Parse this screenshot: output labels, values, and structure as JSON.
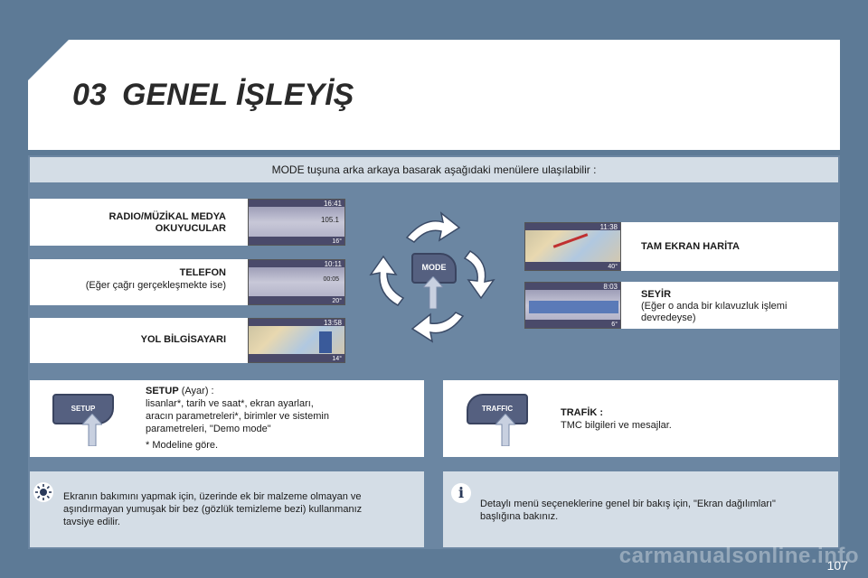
{
  "header": {
    "chapter_number": "03",
    "title": "GENEL İŞLEYİŞ"
  },
  "intro": "MODE tuşuna arka arkaya basarak aşağıdaki menülere ulaşılabilir :",
  "menus_left": [
    {
      "title_line1": "RADIO/MÜZİKAL MEDYA",
      "title_line2": "OKUYUCULAR"
    },
    {
      "title": "TELEFON",
      "subtitle": "(Eğer çağrı gerçekleşmekte ise)"
    },
    {
      "title": "YOL BİLGİSAYARI"
    }
  ],
  "menus_right": [
    {
      "title": "TAM EKRAN HARİTA"
    },
    {
      "title": "SEYİR",
      "subtitle_line1": "(Eğer o anda bir kılavuzluk işlemi",
      "subtitle_line2": "devredeyse)"
    }
  ],
  "thumbs": {
    "radio": {
      "t1": "16:41",
      "t2": "105.1",
      "t3": "16°"
    },
    "phone": {
      "t1": "10:11",
      "t2": "00:05",
      "t3": "20°"
    },
    "trip": {
      "t1": "13:58",
      "t2": "14°"
    },
    "map": {
      "t1": "11:38",
      "t2": "40°"
    },
    "nav": {
      "t1": "8:03",
      "t2": "6°"
    }
  },
  "mode_button": "MODE",
  "setup": {
    "button": "SETUP",
    "title": "SETUP",
    "title_suffix": " (Ayar) :",
    "line1": "lisanlar*, tarih ve saat*, ekran ayarları,",
    "line2": "aracın parametreleri*, birimler ve sistemin",
    "line3": "parametreleri, \"Demo mode\"",
    "note": "*  Modeline göre."
  },
  "traffic": {
    "button": "TRAFFIC",
    "title": "TRAFİK :",
    "desc": "TMC bilgileri ve mesajlar."
  },
  "tip_left": {
    "line1": "Ekranın bakımını yapmak için, üzerinde ek bir malzeme olmayan ve",
    "line2": "aşındırmayan yumuşak bir bez (gözlük temizleme bezi) kullanmanız",
    "line3": "tavsiye edilir."
  },
  "tip_right": {
    "line1": "Detaylı menü seçeneklerine genel bir bakış için, \"Ekran dağılımları\"",
    "line2": "başlığına bakınız."
  },
  "page_number": "107",
  "watermark": "carmanualsonline.info"
}
